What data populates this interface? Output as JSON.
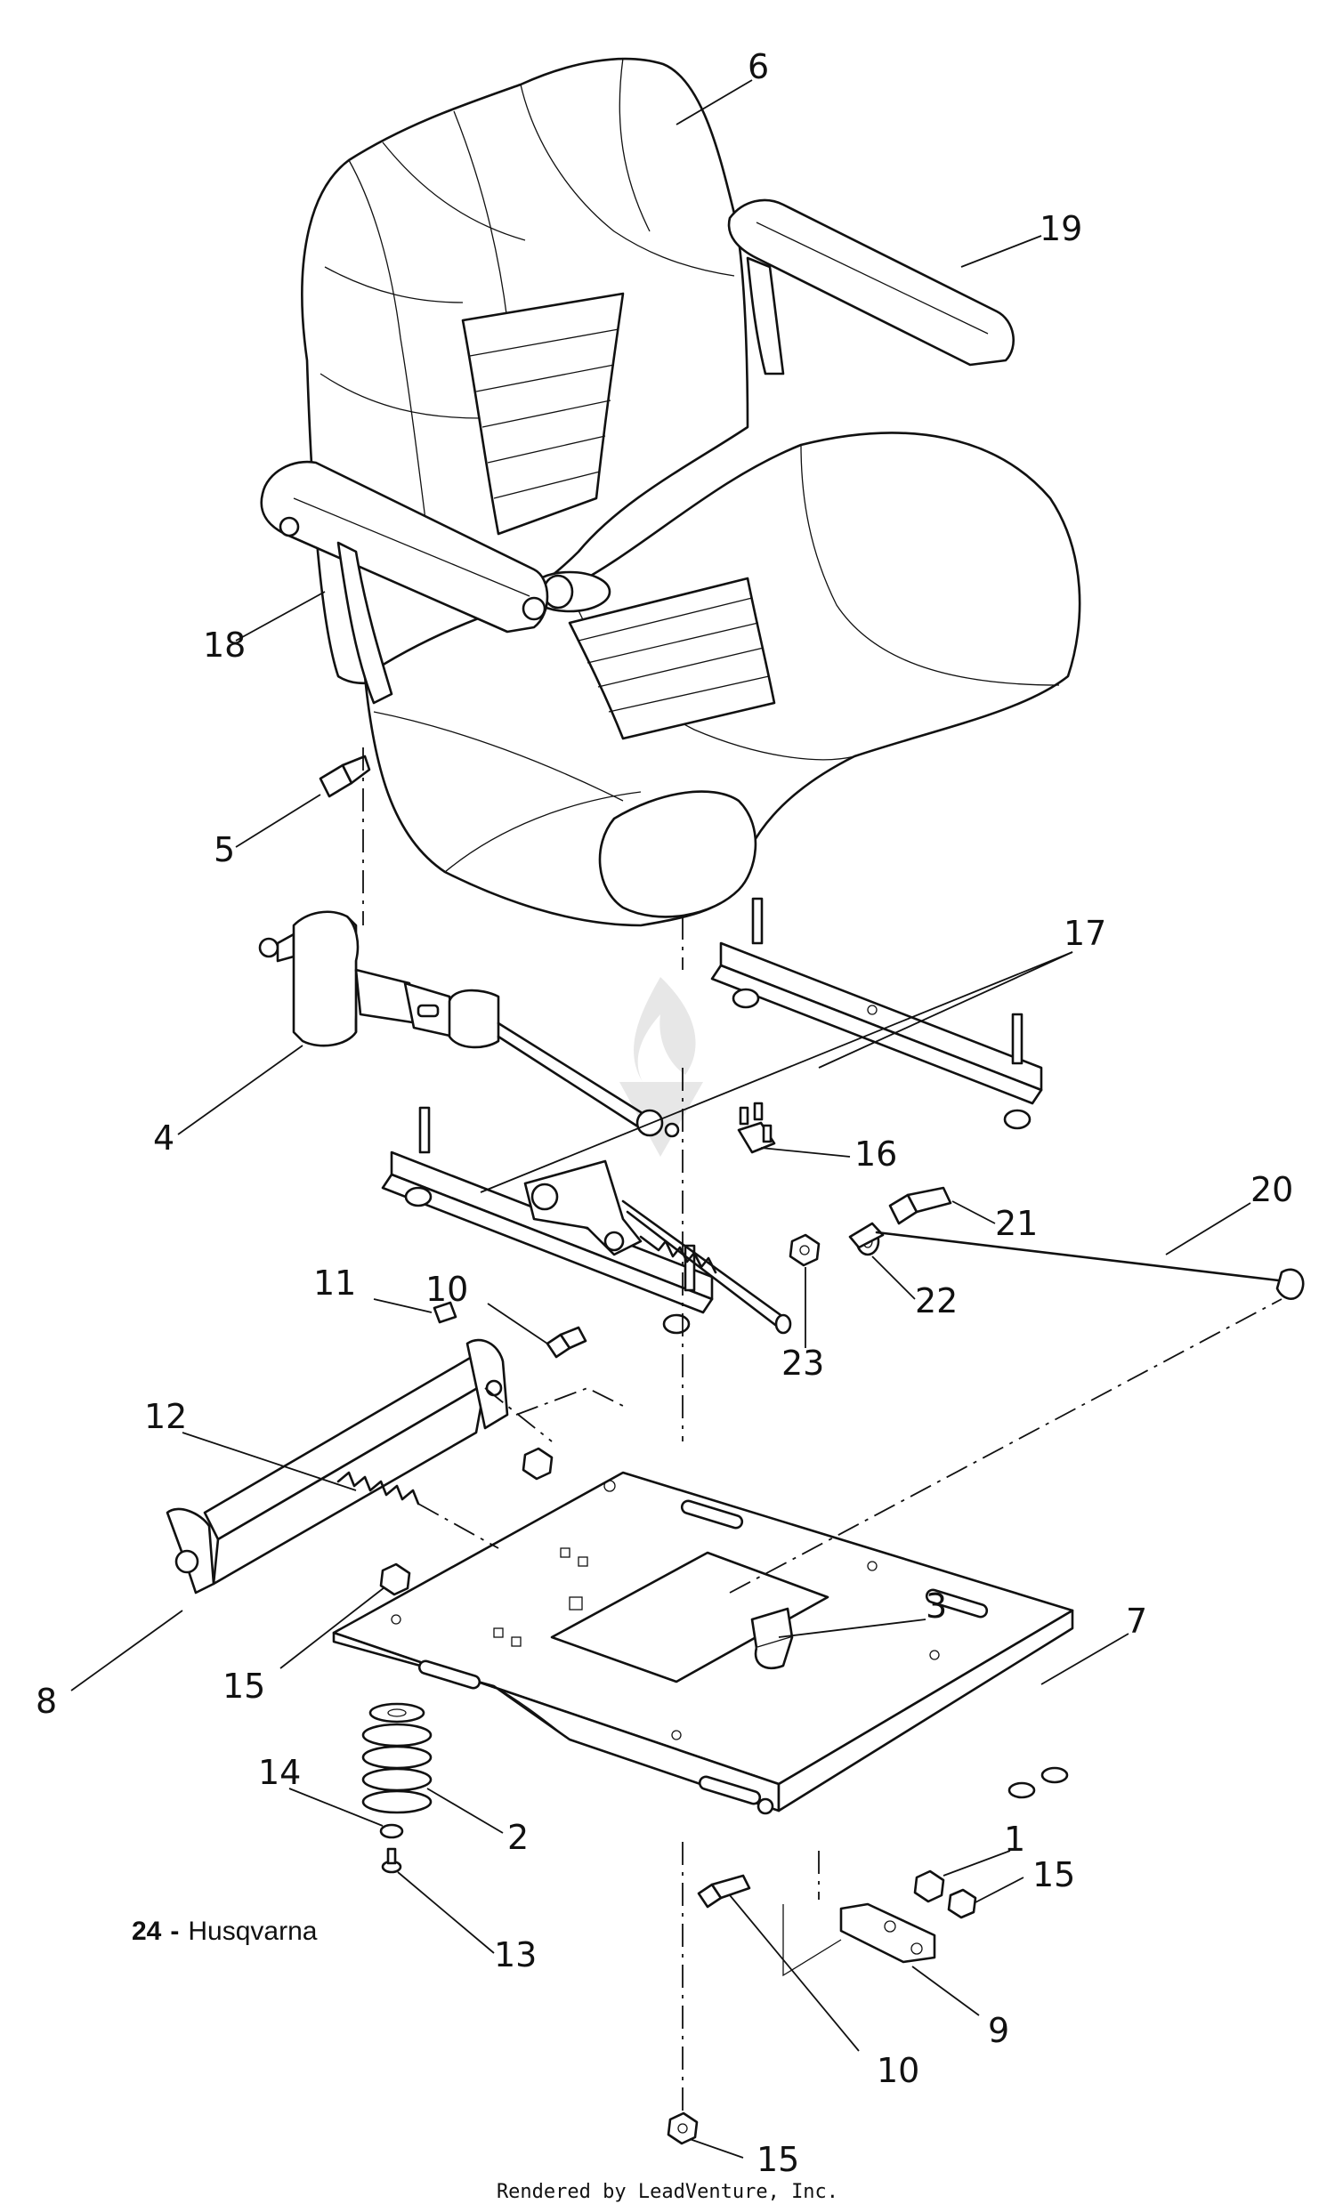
{
  "diagram": {
    "callouts": [
      {
        "id": "c6",
        "text": "6"
      },
      {
        "id": "c19",
        "text": "19"
      },
      {
        "id": "c18",
        "text": "18"
      },
      {
        "id": "c5",
        "text": "5"
      },
      {
        "id": "c17",
        "text": "17"
      },
      {
        "id": "c4",
        "text": "4"
      },
      {
        "id": "c16",
        "text": "16"
      },
      {
        "id": "c21",
        "text": "21"
      },
      {
        "id": "c20",
        "text": "20"
      },
      {
        "id": "c11",
        "text": "11"
      },
      {
        "id": "c10a",
        "text": "10"
      },
      {
        "id": "c22",
        "text": "22"
      },
      {
        "id": "c23",
        "text": "23"
      },
      {
        "id": "c12",
        "text": "12"
      },
      {
        "id": "c3",
        "text": "3"
      },
      {
        "id": "c7",
        "text": "7"
      },
      {
        "id": "c8",
        "text": "8"
      },
      {
        "id": "c15a",
        "text": "15"
      },
      {
        "id": "c14",
        "text": "14"
      },
      {
        "id": "c2",
        "text": "2"
      },
      {
        "id": "c1",
        "text": "1"
      },
      {
        "id": "c15b",
        "text": "15"
      },
      {
        "id": "c13",
        "text": "13"
      },
      {
        "id": "c9",
        "text": "9"
      },
      {
        "id": "c10b",
        "text": "10"
      },
      {
        "id": "c15c",
        "text": "15"
      }
    ],
    "part_label_number": "24",
    "part_label_name": "Husqvarna",
    "footer": "Rendered by LeadVenture, Inc."
  }
}
